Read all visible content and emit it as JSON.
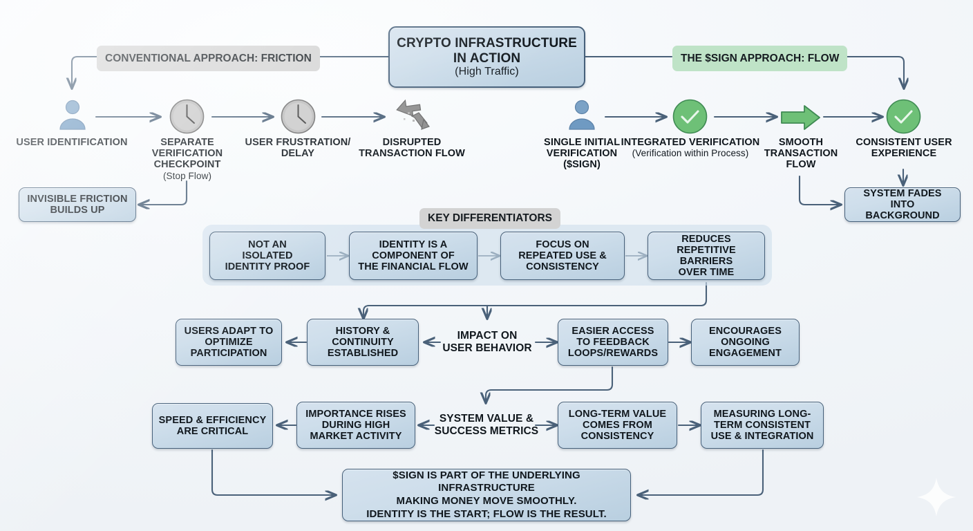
{
  "diagram": {
    "title_box": {
      "line1": "CRYPTO INFRASTRUCTURE",
      "line2": "IN ACTION",
      "line3": "(High Traffic)"
    },
    "left_banner": "CONVENTIONAL APPROACH: FRICTION",
    "right_banner": "THE $SIGN APPROACH: FLOW",
    "left_flow": [
      {
        "icon": "person-icon",
        "line1": "USER",
        "line2": "IDENTIFICATION",
        "sub": ""
      },
      {
        "icon": "clock-icon",
        "line1": "SEPARATE",
        "line2": "VERIFICATION",
        "line3": "CHECKPOINT",
        "sub": "(Stop Flow)"
      },
      {
        "icon": "clock-icon",
        "line1": "USER",
        "line2": "FRUSTRATION/",
        "line3": "DELAY",
        "sub": ""
      },
      {
        "icon": "broken-arrows-icon",
        "line1": "DISRUPTED",
        "line2": "TRANSACTION",
        "line3": "FLOW",
        "sub": ""
      }
    ],
    "right_flow": [
      {
        "icon": "person-icon",
        "line1": "SINGLE INITIAL",
        "line2": "VERIFICATION",
        "line3": "($SIGN)",
        "sub": ""
      },
      {
        "icon": "green-check-icon",
        "line1": "INTEGRATED",
        "line2": "VERIFICATION",
        "sub": "(Verification within Process)"
      },
      {
        "icon": "green-arrow-icon",
        "line1": "SMOOTH",
        "line2": "TRANSACTION",
        "line3": "FLOW",
        "sub": ""
      },
      {
        "icon": "green-check-icon",
        "line1": "CONSISTENT",
        "line2": "USER EXPERIENCE",
        "sub": ""
      }
    ],
    "friction_outcome": "INVISIBLE FRICTION\nBUILDS UP",
    "flow_outcome": "SYSTEM FADES INTO\nBACKGROUND",
    "key_differentiators": {
      "title": "KEY DIFFERENTIATORS",
      "items": [
        "NOT AN\nISOLATED\nIDENTITY PROOF",
        "IDENTITY IS A\nCOMPONENT OF\nTHE FINANCIAL FLOW",
        "FOCUS ON\nREPEATED USE &\nCONSISTENCY",
        "REDUCES\nREPETITIVE BARRIERS\nOVER TIME"
      ]
    },
    "impact_row": {
      "center": "IMPACT ON\nUSER BEHAVIOR",
      "left_near": "HISTORY &\nCONTINUITY\nESTABLISHED",
      "left_far": "USERS ADAPT TO\nOPTIMIZE\nPARTICIPATION",
      "right_near": "EASIER ACCESS\nTO FEEDBACK\nLOOPS/REWARDS",
      "right_far": "ENCOURAGES\nONGOING\nENGAGEMENT"
    },
    "value_row": {
      "center": "SYSTEM VALUE &\nSUCCESS METRICS",
      "left_near": "IMPORTANCE RISES\nDURING HIGH\nMARKET ACTIVITY",
      "left_far": "SPEED & EFFICIENCY\nARE CRITICAL",
      "right_near": "LONG-TERM VALUE\nCOMES FROM\nCONSISTENCY",
      "right_far": "MEASURING LONG-\nTERM CONSISTENT\nUSE & INTEGRATION"
    },
    "conclusion": "$SIGN IS PART OF THE UNDERLYING INFRASTRUCTURE\nMAKING MONEY MOVE SMOOTHLY.\nIDENTITY IS THE START; FLOW IS THE RESULT.",
    "watermark_icon": "sparkle-icon",
    "colors": {
      "node_border": "#46607a",
      "node_fill_top": "#d5e2ee",
      "node_fill_bottom": "#b9cfe0",
      "link": "#4a6179",
      "banner_grey": "#d3d3d3",
      "banner_green": "#bfe3c7",
      "accent_green": "#6ec077",
      "icon_blue": "#6f9ac2",
      "background": "#f2f5f8"
    }
  }
}
